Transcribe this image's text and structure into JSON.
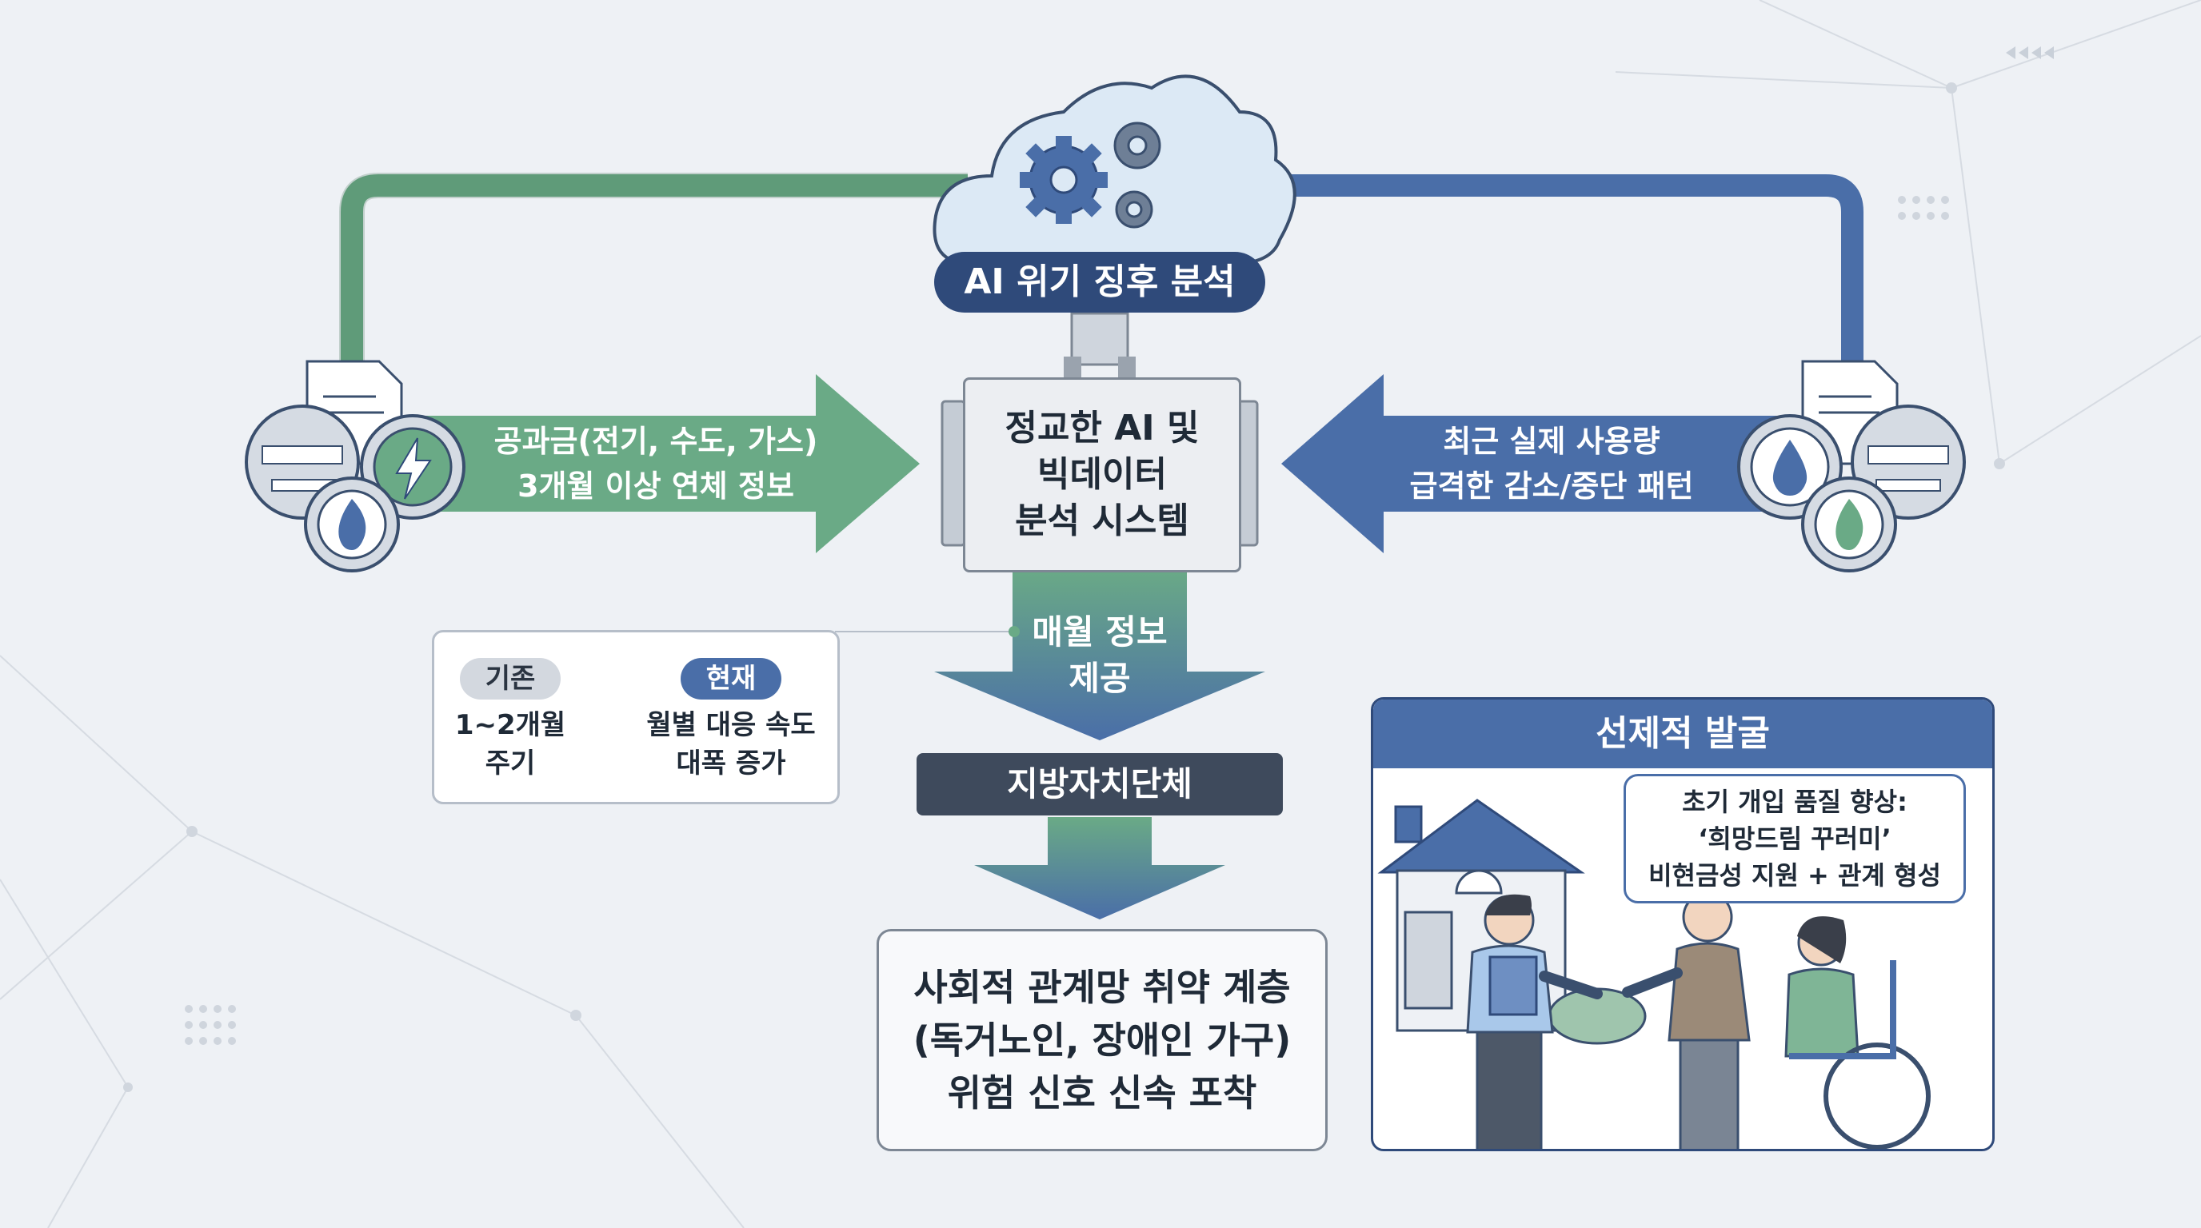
{
  "ai_center": {
    "label": "AI 위기 징후 분석"
  },
  "system": {
    "lines": [
      "정교한 AI 및",
      "빅데이터",
      "분석 시스템"
    ]
  },
  "left_input": {
    "lines": [
      "공과금(전기, 수도, 가스)",
      "3개월 이상 연체 정보"
    ]
  },
  "right_input": {
    "lines": [
      "최근 실제 사용량",
      "급격한 감소/중단 패턴"
    ]
  },
  "monthly": {
    "lines": [
      "매월 정보",
      "제공"
    ]
  },
  "comparison": {
    "before_tag": "기존",
    "before_lines": [
      "1~2개월",
      "주기"
    ],
    "after_tag": "현재",
    "after_lines": [
      "월별 대응 속도",
      "대폭 증가"
    ]
  },
  "government": {
    "label": "지방자치단체"
  },
  "result": {
    "lines": [
      "사회적 관계망 취약 계층",
      "(독거노인, 장애인 가구)",
      "위험 신호 신속 포착"
    ]
  },
  "proactive": {
    "title": "선제적 발굴",
    "bubble_lines": [
      "초기 개입 품질 향상:",
      "‘희망드림 꾸러미’",
      "비현금성 지원 + 관계 형성"
    ]
  },
  "colors": {
    "green": "#6aaa86",
    "blue": "#4a6ea8",
    "navy": "#2f4a7a",
    "dark_bar": "#3e4a5c",
    "cloud": "#dce9f5"
  },
  "icons": [
    "cloud-icon",
    "gear-icon",
    "document-icon",
    "meter-icon",
    "lightning-icon",
    "flame-icon",
    "water-drop-icon",
    "house-icon"
  ]
}
